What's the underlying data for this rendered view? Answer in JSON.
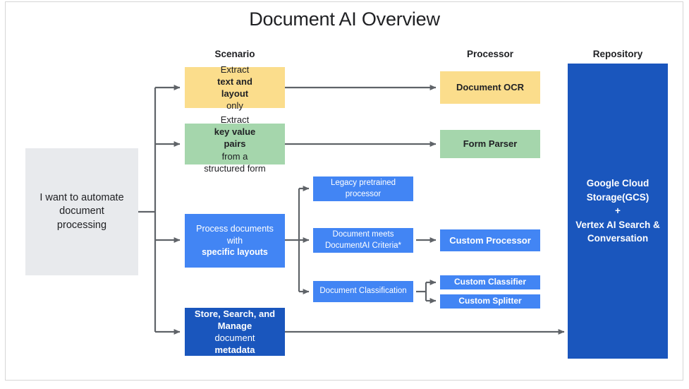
{
  "page": {
    "title": "Document AI Overview",
    "frame_border_color": "#d6d6d6",
    "background": "#ffffff"
  },
  "columns": [
    {
      "id": "scenario",
      "label": "Scenario"
    },
    {
      "id": "processor",
      "label": "Processor"
    },
    {
      "id": "repository",
      "label": "Repository"
    }
  ],
  "start": {
    "label_line1": "I want to automate",
    "label_line2": "document",
    "label_line3": "processing",
    "color": "#e8eaed"
  },
  "scenarios": [
    {
      "id": "extract-text-layout",
      "color": "#fbdd8c",
      "line1_pre": "Extract ",
      "line1_bold": "text and",
      "line2_bold": "layout",
      "line2_post": " only"
    },
    {
      "id": "extract-key-value",
      "color": "#a5d6ac",
      "line1_pre": "Extract ",
      "line1_bold": "key value",
      "line2_bold": "pairs",
      "line2_post": " from a",
      "line3": "structured form"
    },
    {
      "id": "process-specific-layouts",
      "color": "#4285f4",
      "line1": "Process documents",
      "line2_pre": "with ",
      "line2_bold": "specific layouts"
    },
    {
      "id": "store-search-manage",
      "color": "#1a56bd",
      "line1_bold": "Store, Search, and",
      "line2_bold": "Manage",
      "line2_post": " document",
      "line3_bold": "metadata"
    }
  ],
  "middle": [
    {
      "id": "legacy-pretrained-processor",
      "color": "#4285f4",
      "line1": "Legacy pretrained",
      "line2": "processor"
    },
    {
      "id": "document-meets-criteria",
      "color": "#4285f4",
      "line1": "Document meets",
      "line2": "DocumentAI Criteria*"
    },
    {
      "id": "document-classification",
      "color": "#4285f4",
      "line1": "Document Classification"
    }
  ],
  "processors": [
    {
      "id": "document-ocr",
      "label": "Document OCR",
      "color": "#fbdd8c"
    },
    {
      "id": "form-parser",
      "label": "Form Parser",
      "color": "#a5d6ac"
    },
    {
      "id": "custom-processor",
      "label": "Custom Processor",
      "color": "#4285f4"
    },
    {
      "id": "custom-classifier",
      "label": "Custom Classifier",
      "color": "#4285f4"
    },
    {
      "id": "custom-splitter",
      "label": "Custom Splitter",
      "color": "#4285f4"
    }
  ],
  "repository": {
    "id": "gcs-vertex",
    "color": "#1a56bd",
    "line1": "Google Cloud",
    "line2": "Storage(GCS)",
    "line3": "+",
    "line4": "Vertex AI Search &",
    "line5": "Conversation"
  },
  "connector_color": "#5f6368"
}
